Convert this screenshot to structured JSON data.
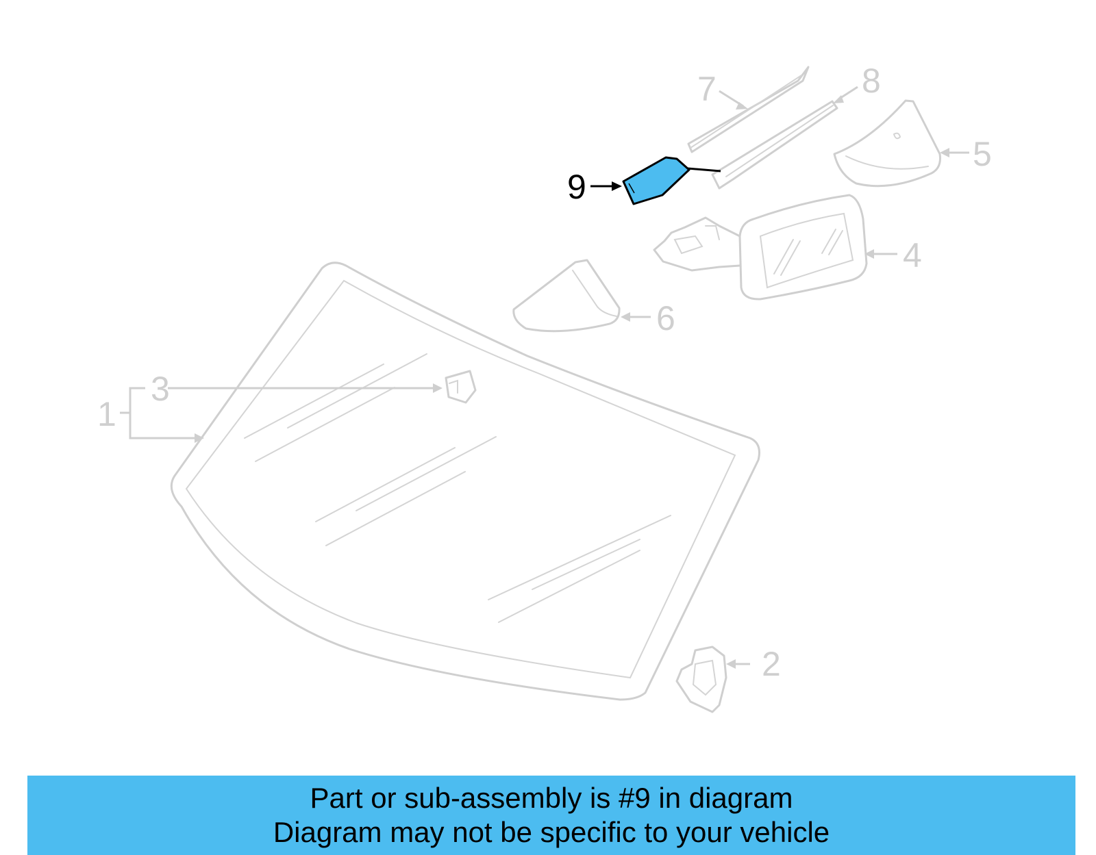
{
  "colors": {
    "highlight": "#4cbcf0",
    "inactive_line": "#cfcfcf",
    "active_line": "#000000",
    "banner": "#4cbcf0"
  },
  "callouts": {
    "c1": "1",
    "c2": "2",
    "c3": "3",
    "c4": "4",
    "c5": "5",
    "c6": "6",
    "c7": "7",
    "c8": "8",
    "c9": "9"
  },
  "highlighted_part": "9",
  "banner": {
    "line1": "Part or sub-assembly is #9 in diagram",
    "line2": "Diagram may not be specific to your vehicle"
  }
}
